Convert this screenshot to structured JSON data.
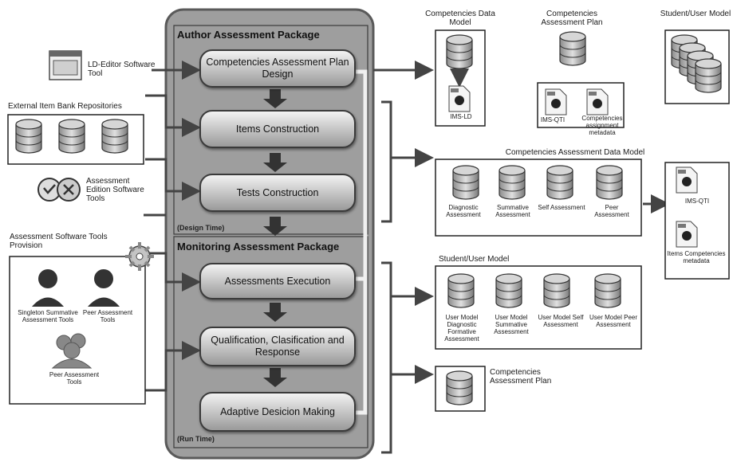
{
  "author_package": {
    "title": "Author Assessment Package",
    "steps": [
      "Competencies Assessment Plan Design",
      "Items Construction",
      "Tests Construction"
    ],
    "phase": "(Design Time)"
  },
  "monitoring_package": {
    "title": "Monitoring Assessment Package",
    "steps": [
      "Assessments Execution",
      "Qualification, Clasification and Response",
      "Adaptive Desicion Making"
    ],
    "phase": "(Run Time)"
  },
  "left": {
    "editor_tool": "LD-Editor Software Tool",
    "repositories": "External Item Bank Repositories",
    "assessment_tools": "Assessment Edition Software Tools",
    "provision_title": "Assessment Software Tools Provision",
    "tools": [
      "Singleton Summative Assessment Tools",
      "Peer Assessment Tools",
      "Peer Assessment Tools"
    ]
  },
  "right": {
    "data_model": "Competencies Data Model",
    "ims_file": "IMS-LD",
    "plan": "Competencies Assessment Plan",
    "plan_files": [
      "IMS-QTI",
      "Competencies assignment metadata"
    ],
    "student_model": "Student/User Model",
    "assessment_data_model": "Competencies Assessment Data Model",
    "assessment_types": [
      "Diagnostic Assessment",
      "Summative Assessment",
      "Self Assessment",
      "Peer Assessment"
    ],
    "qti_files": [
      "IMS-QTI",
      "Items Competencies metadata"
    ],
    "user_model": "Student/User Model",
    "user_model_parts": [
      "User Model Diagnostic Formative Assessment",
      "User Model Summative Assessment",
      "User Model Self Assessment",
      "User Model Peer Assessment"
    ],
    "competencies_plan": "Competencies Assessment Plan"
  }
}
